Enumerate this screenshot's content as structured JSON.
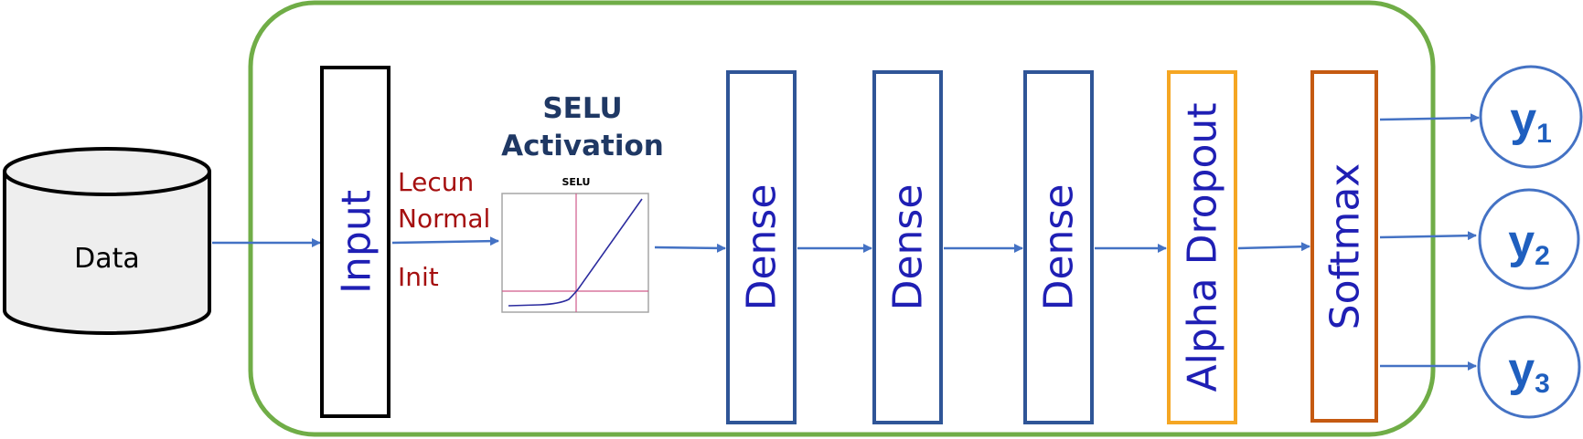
{
  "data_source": {
    "label": "Data"
  },
  "input_layer": {
    "label": "Input"
  },
  "initializer": {
    "line1": "Lecun",
    "line2": "Normal",
    "line3": "Init"
  },
  "activation": {
    "title_line1": "SELU",
    "title_line2": "Activation",
    "plot_title": "SELU"
  },
  "layers": [
    {
      "label": "Dense",
      "color": "#2f5597"
    },
    {
      "label": "Dense",
      "color": "#2f5597"
    },
    {
      "label": "Dense",
      "color": "#2f5597"
    },
    {
      "label": "Alpha Dropout",
      "color": "#f5a623"
    },
    {
      "label": "Softmax",
      "color": "#c55a11"
    }
  ],
  "outputs": [
    {
      "symbol": "y",
      "subscript": "1"
    },
    {
      "symbol": "y",
      "subscript": "2"
    },
    {
      "symbol": "y",
      "subscript": "3"
    }
  ],
  "colors": {
    "model_frame": "#70ad47",
    "arrow": "#4472c4",
    "layer_text": "#1f1fb4",
    "init_text": "#a50f0f",
    "selu_title": "#1f3864",
    "input_border": "#000000",
    "output_circle": "#4472c4",
    "output_text": "#1f5fbf",
    "selu_curve": "#2b2b9e",
    "selu_axes": "#d05b8b"
  }
}
